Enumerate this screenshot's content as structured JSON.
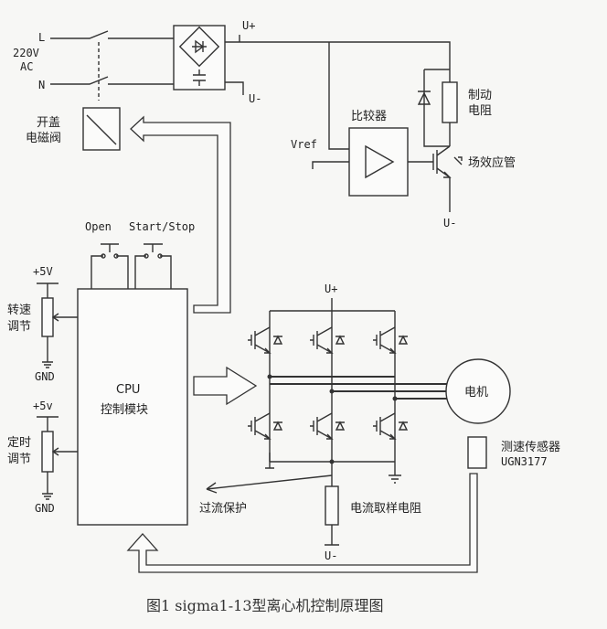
{
  "power": {
    "line_l": "L",
    "line_n": "N",
    "voltage": "220V",
    "ac": "AC",
    "u_plus": "U+",
    "u_minus": "U-"
  },
  "lid_valve": {
    "line1": "开盖",
    "line2": "电磁阀"
  },
  "brake": {
    "line1": "制动",
    "line2": "电阻"
  },
  "comparator": {
    "label": "比较器",
    "vref": "Vref"
  },
  "fet": {
    "label": "场效应管"
  },
  "buttons": {
    "open": "Open",
    "start_stop": "Start/Stop"
  },
  "speed_adj": {
    "supply": "+5V",
    "line1": "转速",
    "line2": "调节",
    "gnd": "GND"
  },
  "timer_adj": {
    "supply": "+5v",
    "line1": "定时",
    "line2": "调节",
    "gnd": "GND"
  },
  "cpu": {
    "line1": "CPU",
    "line2": "控制模块"
  },
  "inverter": {
    "u_plus": "U+",
    "u_minus": "U-"
  },
  "motor": {
    "label": "电机"
  },
  "sensor": {
    "label": "测速传感器",
    "model": "UGN3177"
  },
  "overcurrent": {
    "label": "过流保护"
  },
  "shunt": {
    "label": "电流取样电阻"
  },
  "caption": "图1 sigma1-13型离心机控制原理图"
}
